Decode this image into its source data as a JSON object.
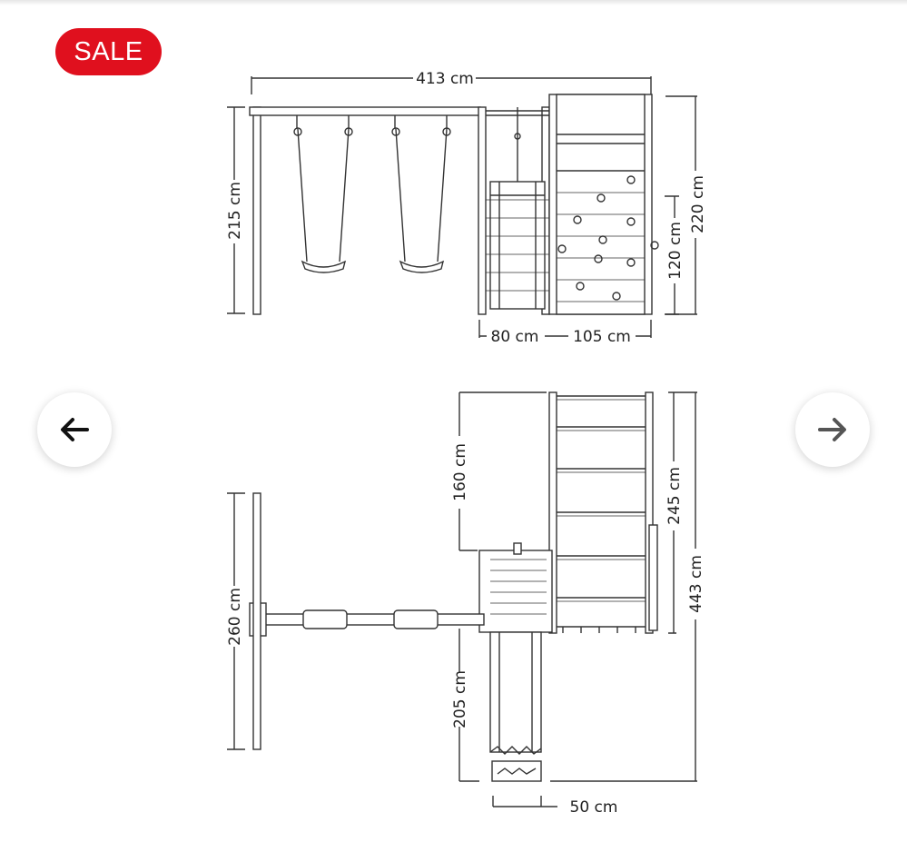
{
  "badge": {
    "sale_label": "SALE",
    "color": "#e0101e"
  },
  "navigation": {
    "prev_icon": "arrow-left-icon",
    "next_icon": "arrow-right-icon"
  },
  "dimensions": {
    "front_total_width": "413 cm",
    "swing_height": "215 cm",
    "tower_height": "220 cm",
    "platform_height": "120 cm",
    "slide_section_width": "80 cm",
    "climbing_wall_width": "105 cm",
    "tower_top_depth": "160 cm",
    "ladder_length": "245 cm",
    "total_depth": "443 cm",
    "swing_frame_width": "260 cm",
    "slide_length": "205 cm",
    "slide_width": "50 cm"
  }
}
